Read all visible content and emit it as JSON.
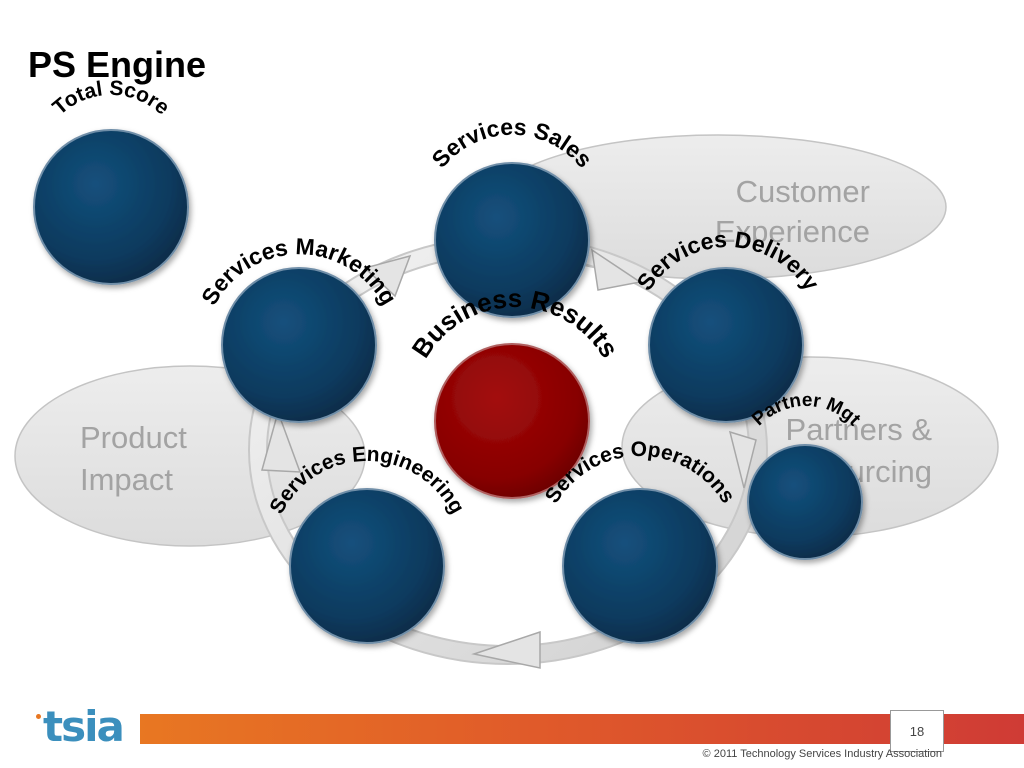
{
  "slide": {
    "title": "PS Engine",
    "page_number": "18",
    "copyright": "© 2011 Technology Services Industry Association",
    "logo_text": "tsia"
  },
  "ellipses": {
    "customer": [
      "Customer",
      "Experience"
    ],
    "product": [
      "Product",
      "Impact"
    ],
    "partners": [
      "Partners &",
      "Sourcing"
    ]
  },
  "circles": {
    "total_score": "Total Score",
    "services_sales": "Services Sales",
    "services_marketing": "Services Marketing",
    "services_delivery": "Services Delivery",
    "business_results": "Business Results",
    "services_engineering": "Services Engineering",
    "services_operations": "Services Operations",
    "partner_mgt": "Partner Mgt"
  },
  "colors": {
    "navy": "#0b3a5e",
    "business_red": "#8b0000",
    "ellipse_fill": "#e6e6e6",
    "ellipse_text": "#a3a3a3",
    "accent_orange": "#e87722",
    "logo_blue": "#3b8fbd"
  }
}
